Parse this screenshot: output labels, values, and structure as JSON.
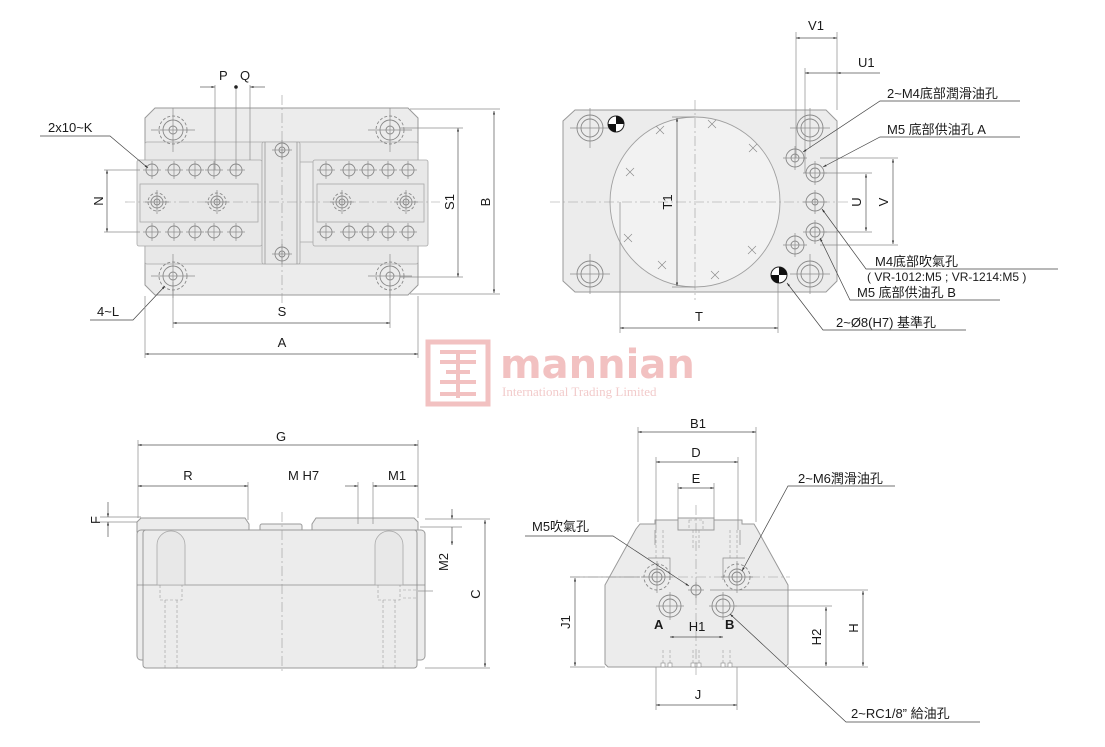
{
  "top_view": {
    "labels": {
      "P": "P",
      "Q": "Q",
      "K": "2x10~K",
      "N": "N",
      "S1": "S1",
      "B": "B",
      "L": "4~L",
      "S": "S",
      "A": "A"
    }
  },
  "bottom_view": {
    "labels": {
      "V1": "V1",
      "U1": "U1",
      "U": "U",
      "V": "V",
      "T1": "T1",
      "T": "T"
    },
    "callouts": {
      "lube_hole": "2~M4底部潤滑油孔",
      "supply_a": "M5 底部供油孔  A",
      "air_hole": "M4底部吹氣孔",
      "air_note": "( VR-1012:M5 ; VR-1214:M5 )",
      "supply_b": "M5 底部供油孔  B",
      "datum": "2~Ø8(H7) 基準孔"
    }
  },
  "side_view": {
    "labels": {
      "G": "G",
      "R": "R",
      "MH7": "M  H7",
      "M1": "M1",
      "F": "F",
      "M2": "M2",
      "C": "C"
    }
  },
  "end_view": {
    "labels": {
      "B1": "B1",
      "D": "D",
      "E": "E",
      "J1": "J1",
      "H1": "H1",
      "H2": "H2",
      "H": "H",
      "J": "J",
      "A": "A",
      "B": "B"
    },
    "callouts": {
      "air": "M5吹氣孔",
      "lube": "2~M6潤滑油孔",
      "feed": "2~RC1/8” 給油孔"
    }
  },
  "watermark": {
    "brand": "mannian",
    "subtitle": "International Trading Limited"
  },
  "colors": {
    "part": "#ececec",
    "watermark": "#f0b7b7"
  }
}
